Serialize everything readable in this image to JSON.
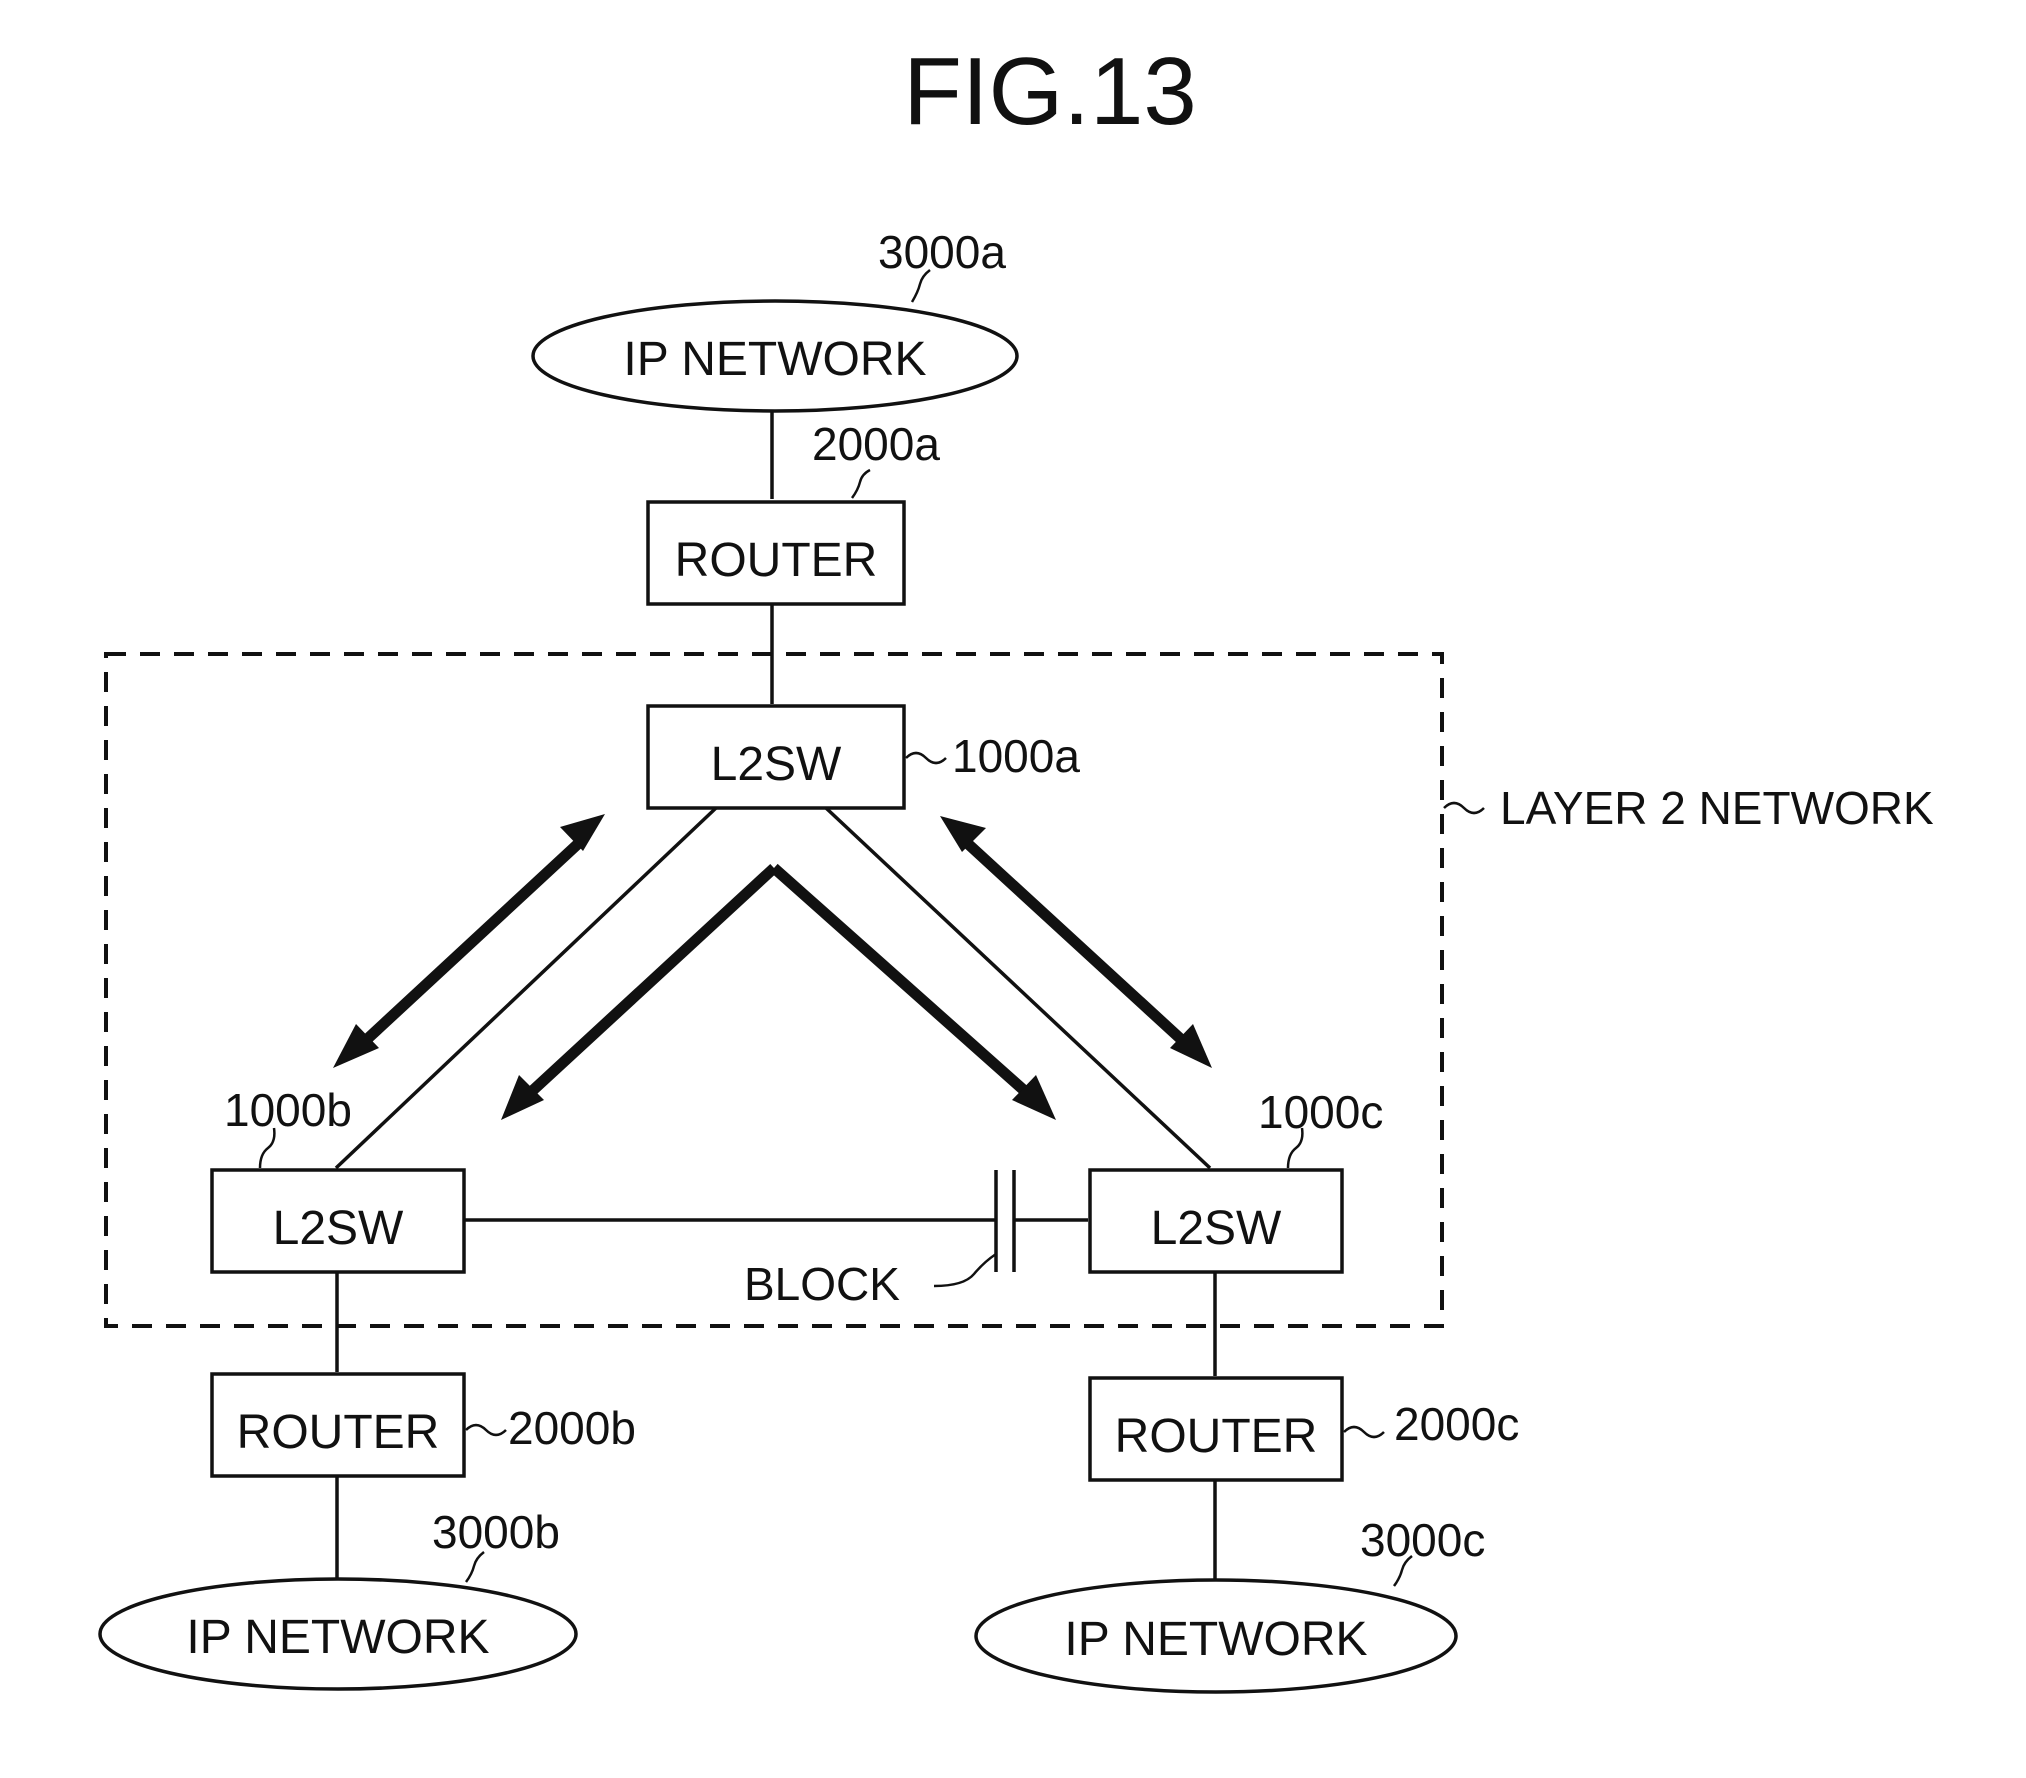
{
  "figure": {
    "title": "FIG.13"
  },
  "ip_networks": {
    "a": {
      "label": "IP NETWORK",
      "ref": "3000a"
    },
    "b": {
      "label": "IP NETWORK",
      "ref": "3000b"
    },
    "c": {
      "label": "IP NETWORK",
      "ref": "3000c"
    }
  },
  "routers": {
    "a": {
      "label": "ROUTER",
      "ref": "2000a"
    },
    "b": {
      "label": "ROUTER",
      "ref": "2000b"
    },
    "c": {
      "label": "ROUTER",
      "ref": "2000c"
    }
  },
  "switches": {
    "a": {
      "label": "L2SW",
      "ref": "1000a"
    },
    "b": {
      "label": "L2SW",
      "ref": "1000b"
    },
    "c": {
      "label": "L2SW",
      "ref": "1000c"
    }
  },
  "layer2_network": {
    "label": "LAYER 2 NETWORK"
  },
  "block": {
    "label": "BLOCK"
  }
}
